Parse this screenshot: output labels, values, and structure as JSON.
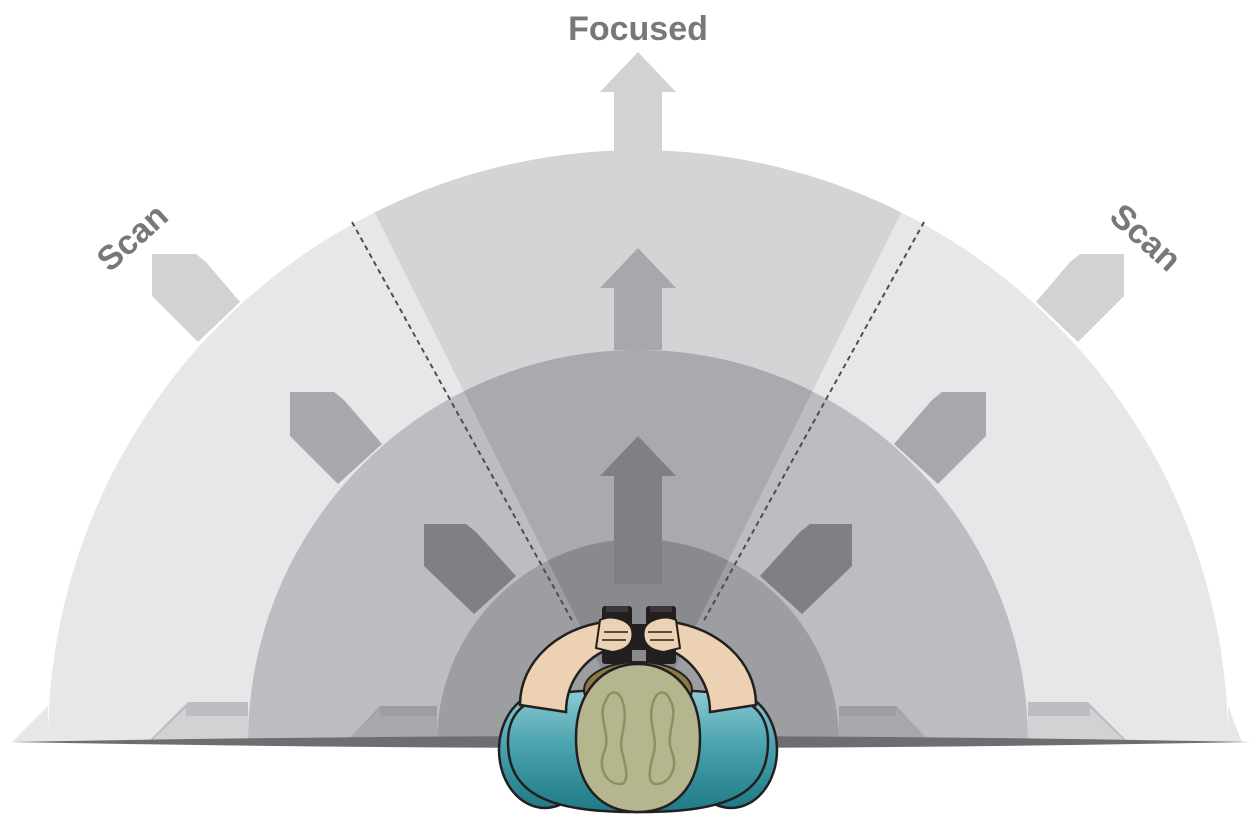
{
  "labels": {
    "focused": "Focused",
    "scan_left": "Scan",
    "scan_right": "Scan"
  },
  "colors": {
    "label_text": "#77787b",
    "zone_outer": "#e6e7e8",
    "zone_focus_outer": "#d3d4d6",
    "zone_middle": "#bcbdc0",
    "zone_focus_middle": "#a9aaad",
    "zone_inner": "#9d9ea1",
    "zone_focus_inner": "#898a8d",
    "arrow_outer": "#d1d2d4",
    "arrow_middle": "#a7a8ab",
    "arrow_inner": "#7f8084",
    "ground_line": "#6d6e71",
    "divider_line": "#4d4d4f",
    "jacket": "#3a9aa5",
    "skin": "#ecd2b3",
    "hat": "#b5b58e",
    "binoculars": "#231f20"
  },
  "icons": [
    "binoculars-icon",
    "observer-figure-icon"
  ]
}
